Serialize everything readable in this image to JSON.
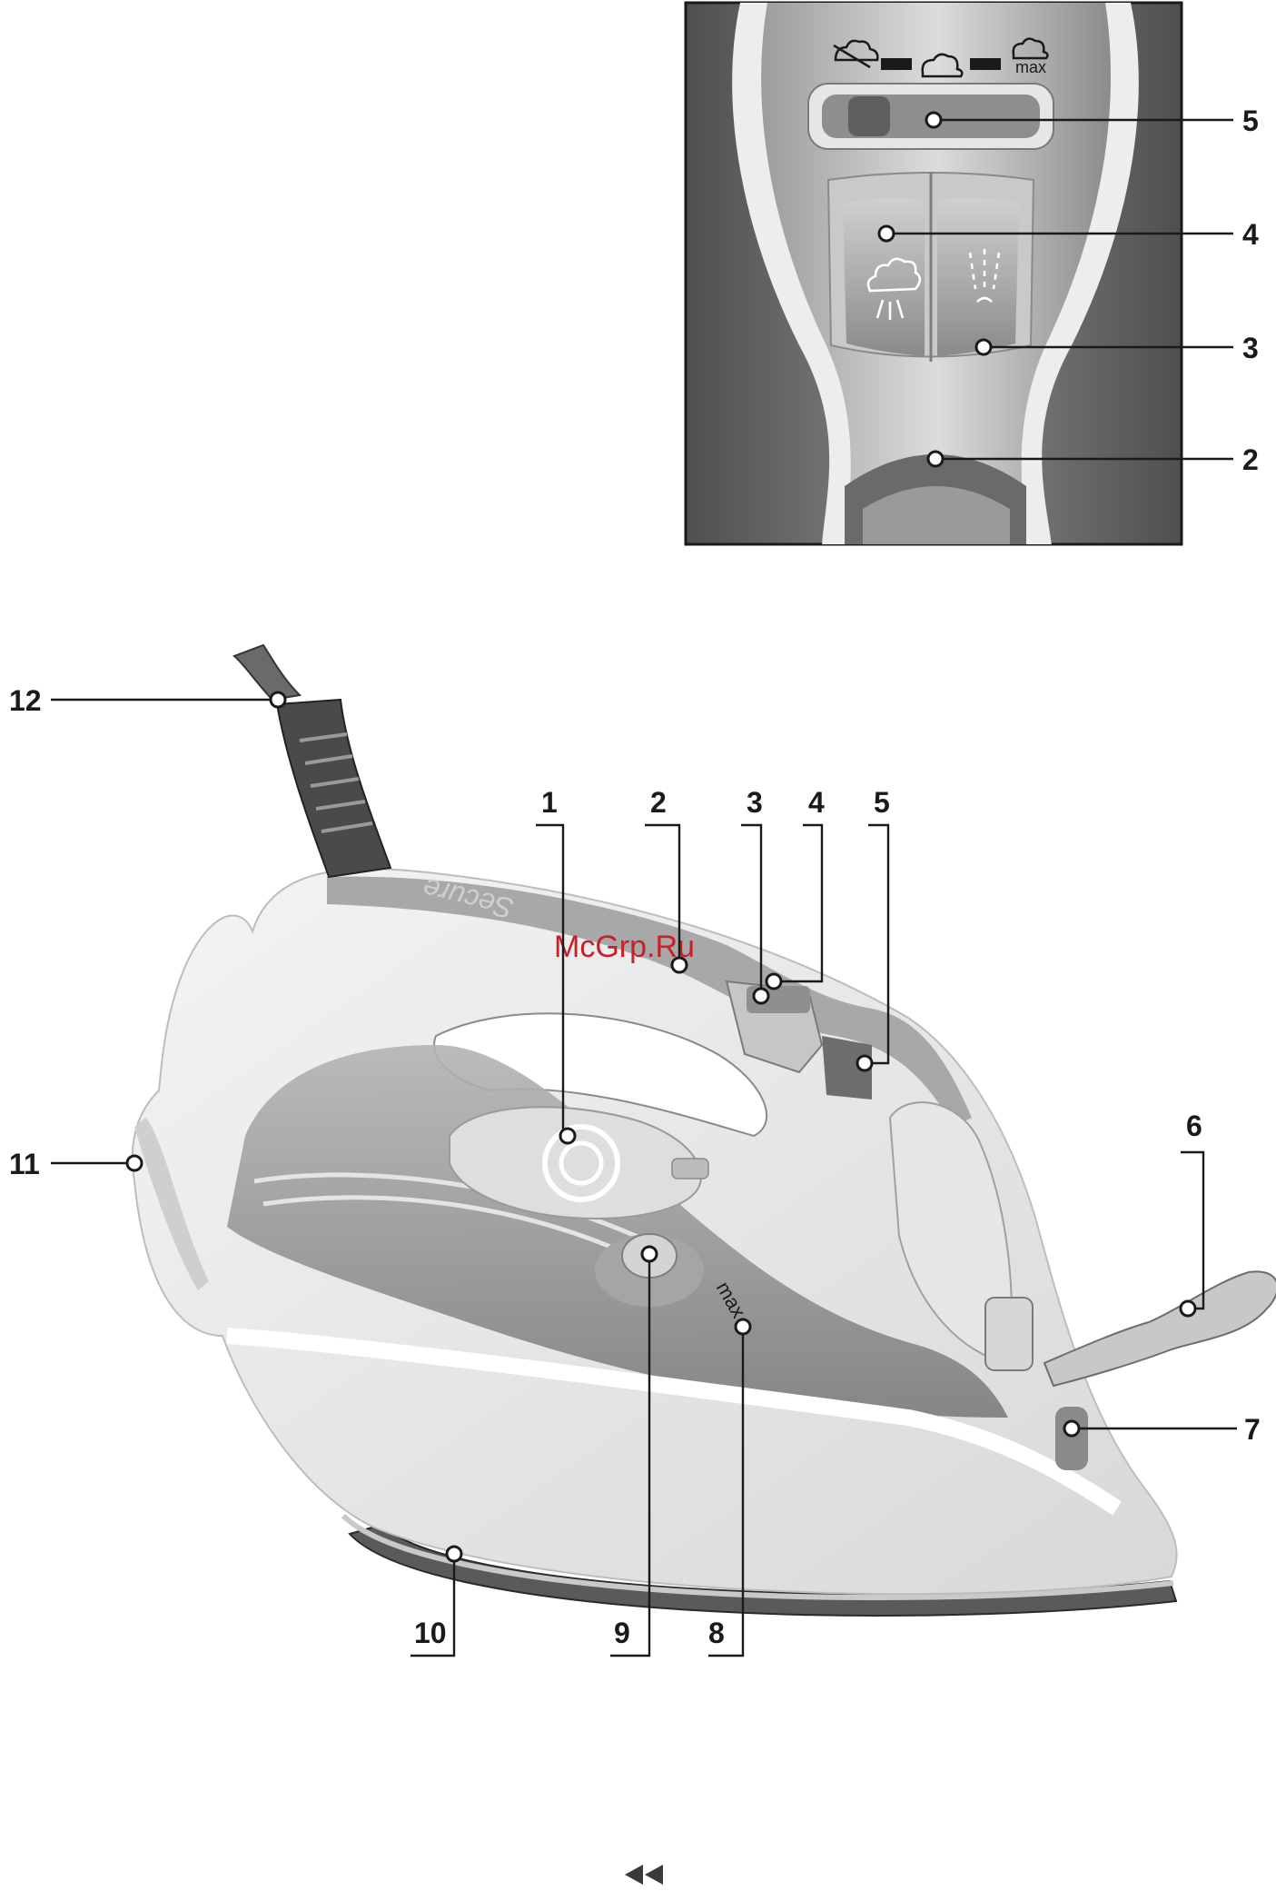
{
  "watermark": "McGrp.Ru",
  "brand_text": "Secure",
  "top_panel": {
    "label_max": "max",
    "callouts": [
      "5",
      "4",
      "3",
      "2"
    ]
  },
  "iron": {
    "max_mark": "max",
    "callouts_top": [
      "1",
      "2",
      "3",
      "4",
      "5"
    ],
    "callouts_right": [
      "6",
      "7"
    ],
    "callouts_bottom": [
      "10",
      "9",
      "8"
    ],
    "callouts_left": [
      "11",
      "12"
    ]
  },
  "footer": {
    "nav_icon": "double-left-chevron-icon"
  },
  "colors": {
    "panel_bg": "#6b6b6b",
    "iron_light": "#e9e9e9",
    "iron_mid": "#9a9a9a",
    "line": "#1a1a1a",
    "watermark": "#c8202a"
  }
}
